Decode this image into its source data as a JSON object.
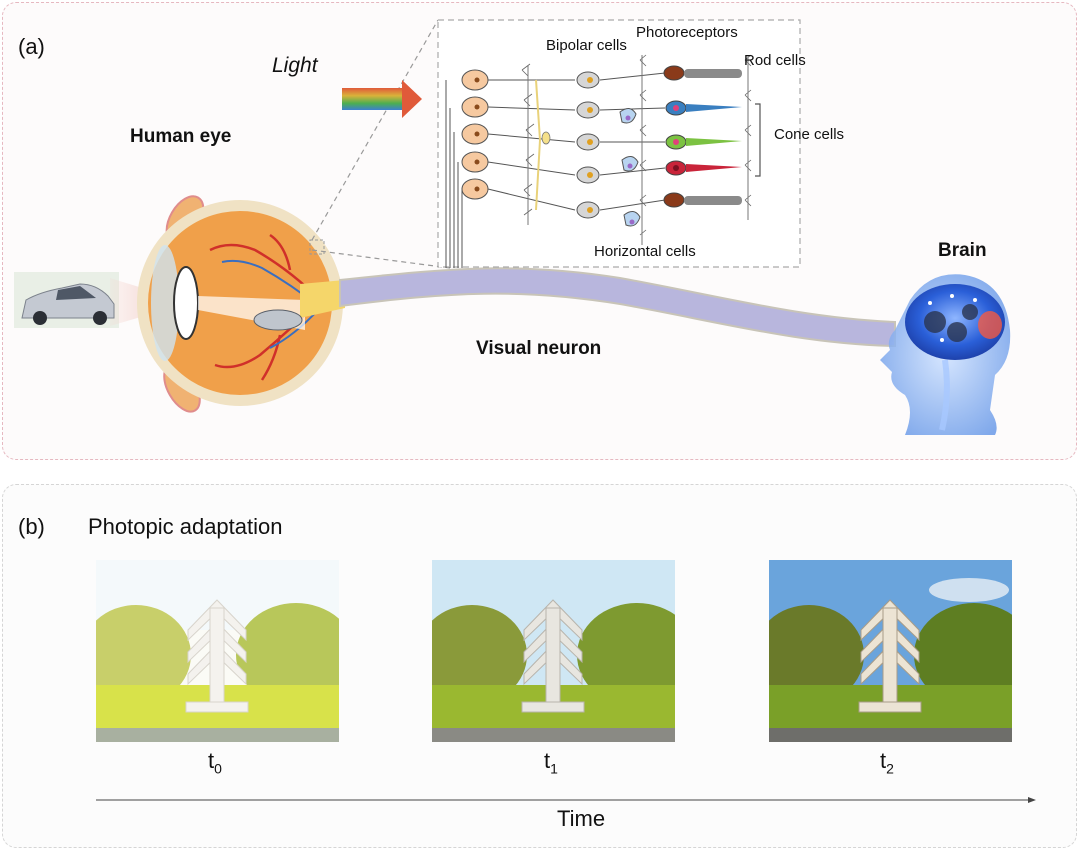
{
  "panel_a": {
    "label": "(a)",
    "light_label": "Light",
    "human_eye_label": "Human eye",
    "brain_label": "Brain",
    "visual_neuron_label": "Visual neuron",
    "retina": {
      "bipolar_label": "Bipolar cells",
      "photoreceptors_label": "Photoreceptors",
      "rod_label": "Rod cells",
      "cone_label": "Cone cells",
      "horizontal_label": "Horizontal cells"
    }
  },
  "panel_b": {
    "label": "(b)",
    "title": "Photopic adaptation",
    "frames": [
      {
        "t": "t",
        "sub": "0"
      },
      {
        "t": "t",
        "sub": "1"
      },
      {
        "t": "t",
        "sub": "2"
      }
    ],
    "axis_label": "Time"
  },
  "colors": {
    "eye_orange": "#f0a04a",
    "vessel_red": "#d0302a",
    "nerve_purple": "#b8b6dd",
    "cell_tan": "#f6c9a0",
    "rod_gray": "#8a8a8a",
    "cone_blue": "#3a7fc0",
    "cone_green": "#7cc242",
    "cone_red": "#c9243a",
    "brain_blue": "#2a5fd8"
  }
}
